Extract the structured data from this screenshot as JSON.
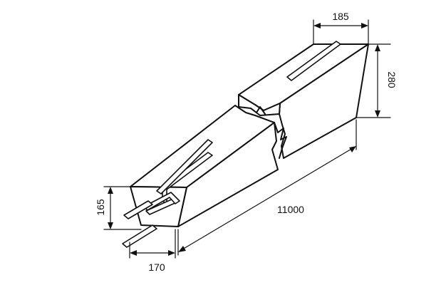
{
  "dimensions": {
    "top_width": "185",
    "height": "280",
    "length": "11000",
    "end_height": "165",
    "end_width": "170"
  }
}
